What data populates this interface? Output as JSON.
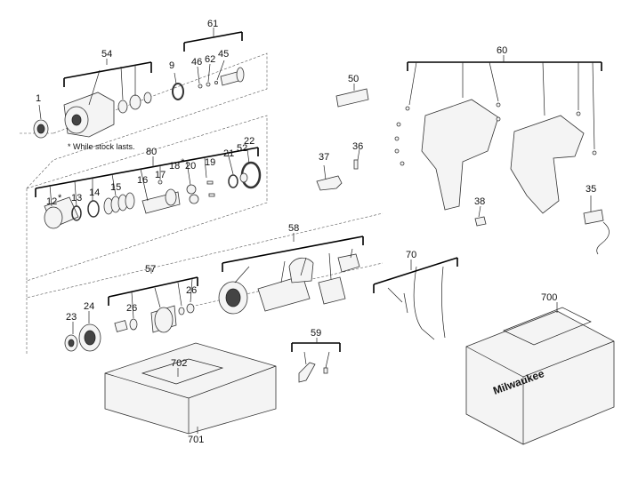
{
  "diagram": {
    "labels": {
      "l1": "1",
      "l54": "54",
      "l9": "9",
      "l61": "61",
      "l46": "46",
      "l62": "62",
      "l45": "45",
      "l50": "50",
      "l60": "60",
      "l80": "80",
      "l22": "22",
      "l52": "52",
      "l21": "21",
      "l19": "19",
      "l20": "20",
      "l18": "18",
      "l17": "17",
      "l16": "16",
      "l15": "15",
      "l14": "14",
      "l13": "13",
      "l12": "12",
      "l37": "37",
      "l36": "36",
      "l35": "35",
      "l38": "38",
      "l58": "58",
      "l70": "70",
      "l57": "57",
      "l26a": "26",
      "l26b": "26",
      "l23": "23",
      "l24": "24",
      "l700": "700",
      "l59": "59",
      "l702": "702",
      "l701": "701"
    },
    "stars": {
      "s12": "*",
      "s18": "*"
    },
    "note": "* While stock lasts.",
    "brand": "Milwaukee"
  }
}
